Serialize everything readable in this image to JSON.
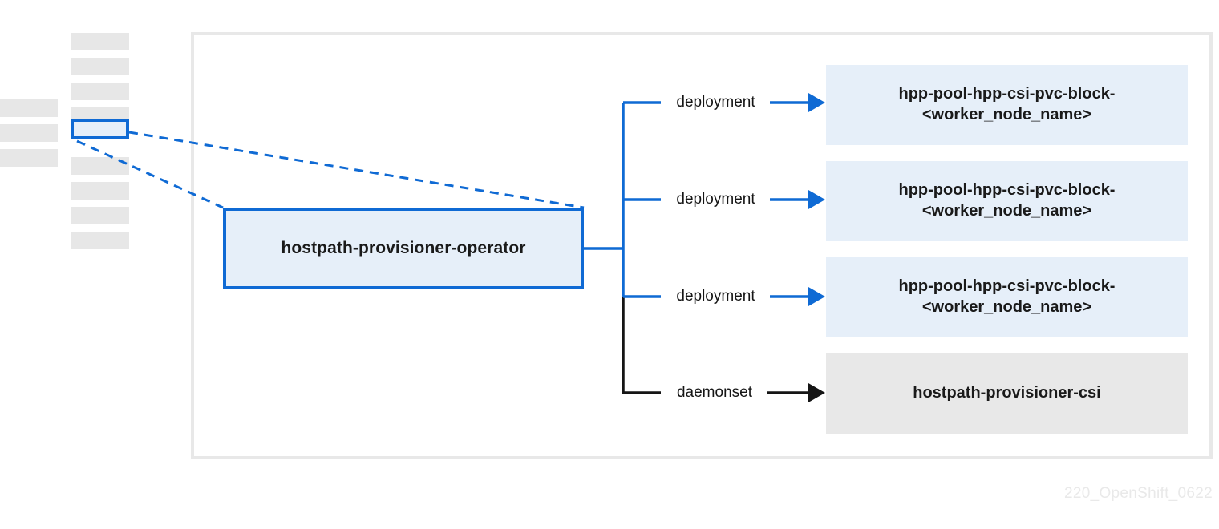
{
  "diagram": {
    "title_watermark": "220_OpenShift_0622",
    "colors": {
      "accent_blue": "#0f6ad4",
      "light_blue_fill": "#e6eff9",
      "grey_fill": "#e8e8e8",
      "panel_border": "#e8e8e8",
      "black_edge": "#151515",
      "text": "#1a1a1a",
      "watermark": "#e9e9e9"
    },
    "source_node": {
      "label": "hostpath-provisioner-operator",
      "style": "blue-outlined"
    },
    "edges": [
      {
        "label": "deployment",
        "color": "#0f6ad4",
        "target_index": 0
      },
      {
        "label": "deployment",
        "color": "#0f6ad4",
        "target_index": 1
      },
      {
        "label": "deployment",
        "color": "#0f6ad4",
        "target_index": 2
      },
      {
        "label": "daemonset",
        "color": "#151515",
        "target_index": 3
      }
    ],
    "targets": [
      {
        "line1": "hpp-pool-hpp-csi-pvc-block-",
        "line2": "<worker_node_name>",
        "style": "blue"
      },
      {
        "line1": "hpp-pool-hpp-csi-pvc-block-",
        "line2": "<worker_node_name>",
        "style": "blue"
      },
      {
        "line1": "hpp-pool-hpp-csi-pvc-block-",
        "line2": "<worker_node_name>",
        "style": "blue"
      },
      {
        "line1": "hostpath-provisioner-csi",
        "line2": "",
        "style": "grey"
      }
    ],
    "sidebar_left": {
      "placeholder_rows": [
        "",
        "",
        ""
      ]
    },
    "sidebar_main": {
      "placeholder_rows_above": [
        "",
        "",
        "",
        ""
      ],
      "selected_row": "",
      "placeholder_rows_below": [
        "",
        "",
        "",
        ""
      ]
    }
  }
}
